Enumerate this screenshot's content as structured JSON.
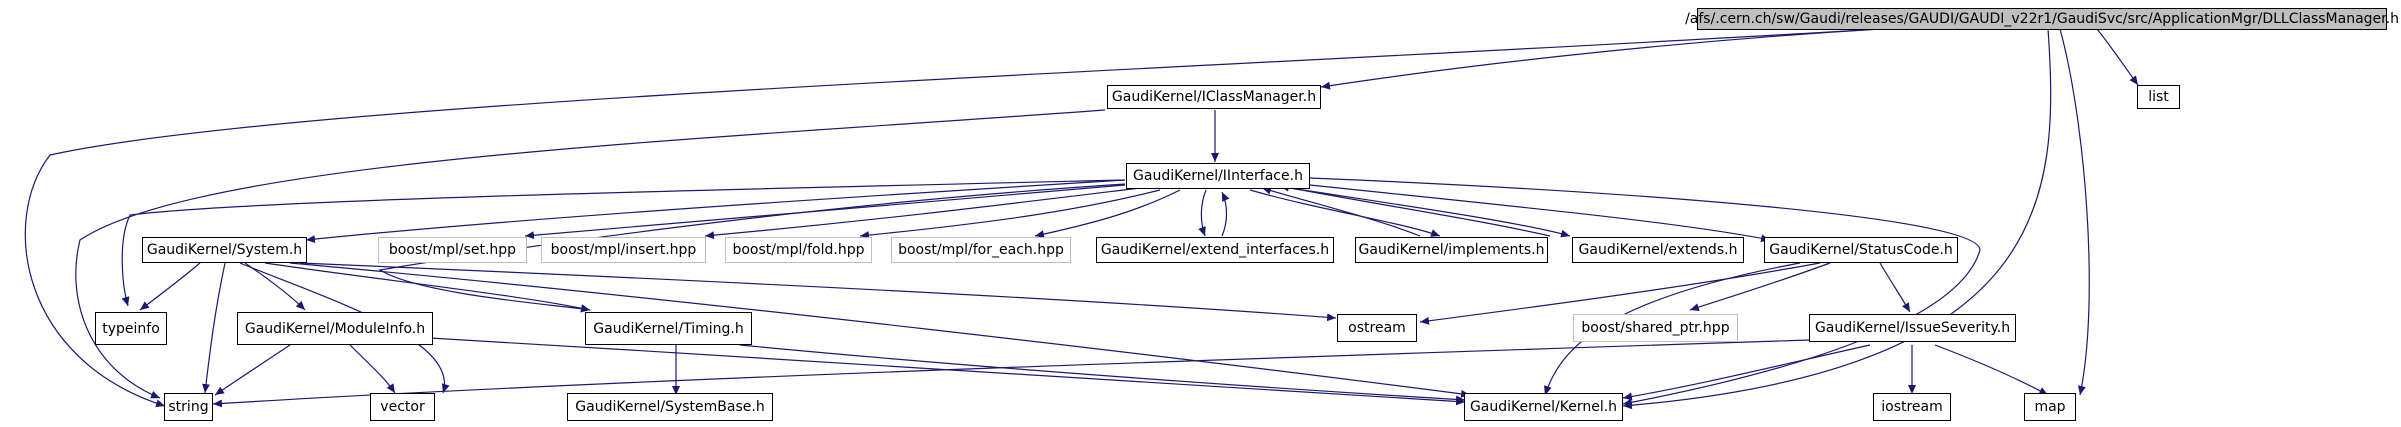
{
  "colors": {
    "edge": "#191970",
    "border": "#000000",
    "ext_border": "#bfbfbf",
    "root_fill": "#bfbfbf"
  },
  "nodes": {
    "root": "/afs/.cern.ch/sw/Gaudi/releases/GAUDI/GAUDI_v22r1/GaudiSvc/src/ApplicationMgr/DLLClassManager.h",
    "iclassmanager": "GaudiKernel/IClassManager.h",
    "list": "list",
    "iinterface": "GaudiKernel/IInterface.h",
    "system": "GaudiKernel/System.h",
    "set_hpp": "boost/mpl/set.hpp",
    "insert_hpp": "boost/mpl/insert.hpp",
    "fold_hpp": "boost/mpl/fold.hpp",
    "for_each_hpp": "boost/mpl/for_each.hpp",
    "extend_interfaces": "GaudiKernel/extend_interfaces.h",
    "implements": "GaudiKernel/implements.h",
    "extends": "GaudiKernel/extends.h",
    "statuscode": "GaudiKernel/StatusCode.h",
    "typeinfo": "typeinfo",
    "moduleinfo": "GaudiKernel/ModuleInfo.h",
    "timing": "GaudiKernel/Timing.h",
    "ostream": "ostream",
    "shared_ptr": "boost/shared_ptr.hpp",
    "issueseverity": "GaudiKernel/IssueSeverity.h",
    "string": "string",
    "vector": "vector",
    "systembase": "GaudiKernel/SystemBase.h",
    "kernel": "GaudiKernel/Kernel.h",
    "iostream": "iostream",
    "map": "map"
  }
}
